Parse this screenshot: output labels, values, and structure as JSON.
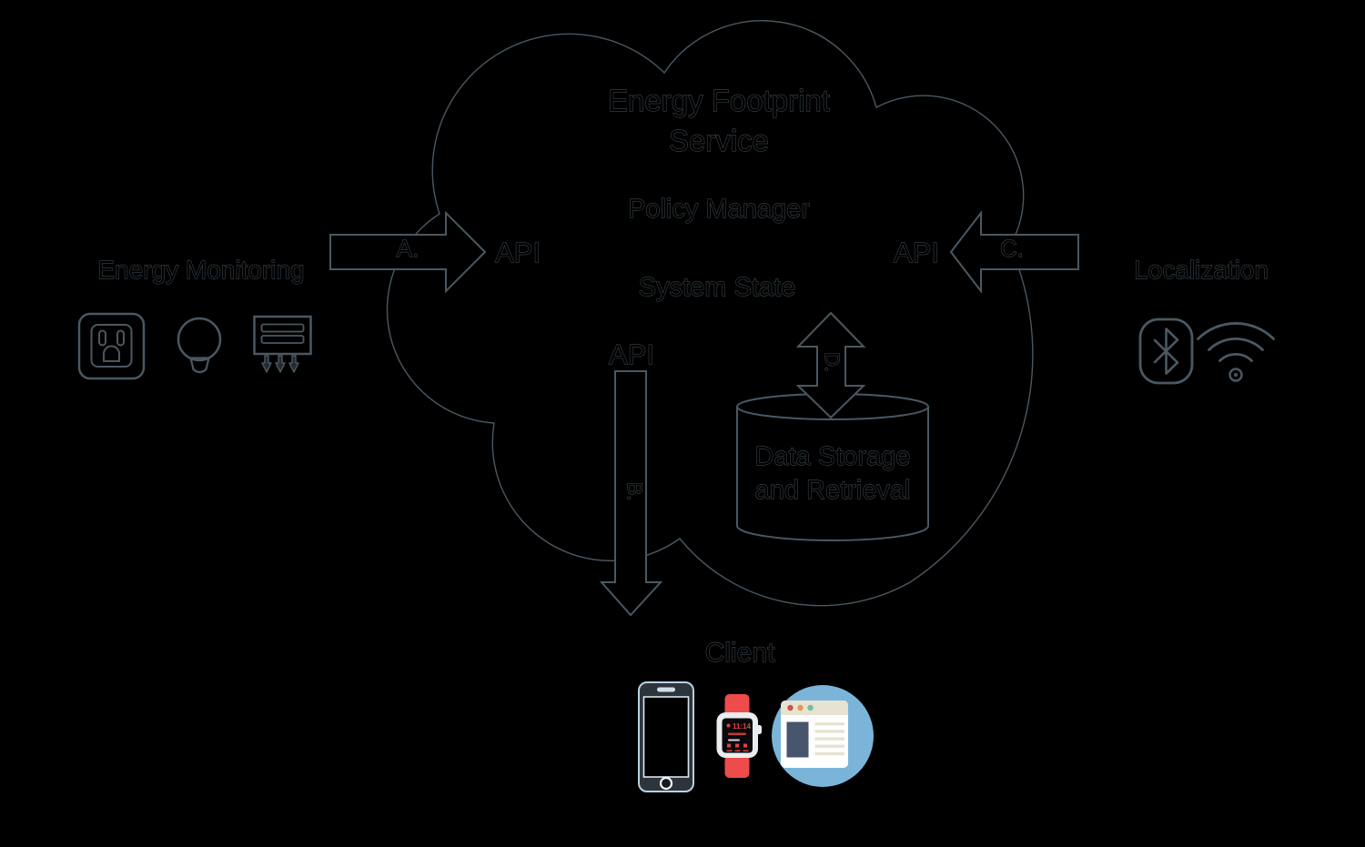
{
  "diagram_title": {
    "line1": "Energy Footprint",
    "line2": "Service"
  },
  "cloud": {
    "policy_manager": "Policy Manager",
    "system_state": "System State",
    "api_left": "API",
    "api_right": "API",
    "api_bottom": "API",
    "storage_line1": "Data Storage",
    "storage_line2": "and Retrieval"
  },
  "arrow_labels": {
    "a": "A.",
    "b": "B.",
    "c": "C.",
    "d": "D."
  },
  "left_section": {
    "label": "Energy Monitoring",
    "icons": [
      "power-outlet-icon",
      "light-bulb-icon",
      "heater-unit-icon"
    ]
  },
  "right_section": {
    "label": "Localization",
    "icons": [
      "bluetooth-icon",
      "wifi-icon"
    ]
  },
  "bottom_section": {
    "label": "Client",
    "icons": [
      "smartphone-icon",
      "smartwatch-icon",
      "web-browser-icon"
    ],
    "watch_time": "11:14"
  },
  "colors": {
    "background": "#000000",
    "line": "#4a5862",
    "phone_body": "#2e343c",
    "phone_outline": "#b7d2e4",
    "phone_screen_edge": "#d9e7f1",
    "watch_band": "#ee4b4b",
    "watch_case": "#e9edf0",
    "watch_accent": "#e0413f",
    "browser_circle": "#7ab5d9",
    "browser_topbar": "#e7e2d2",
    "browser_content": "#47566c",
    "dot_red": "#c8544b",
    "dot_orange": "#e2974e",
    "dot_green": "#6cc19e"
  }
}
